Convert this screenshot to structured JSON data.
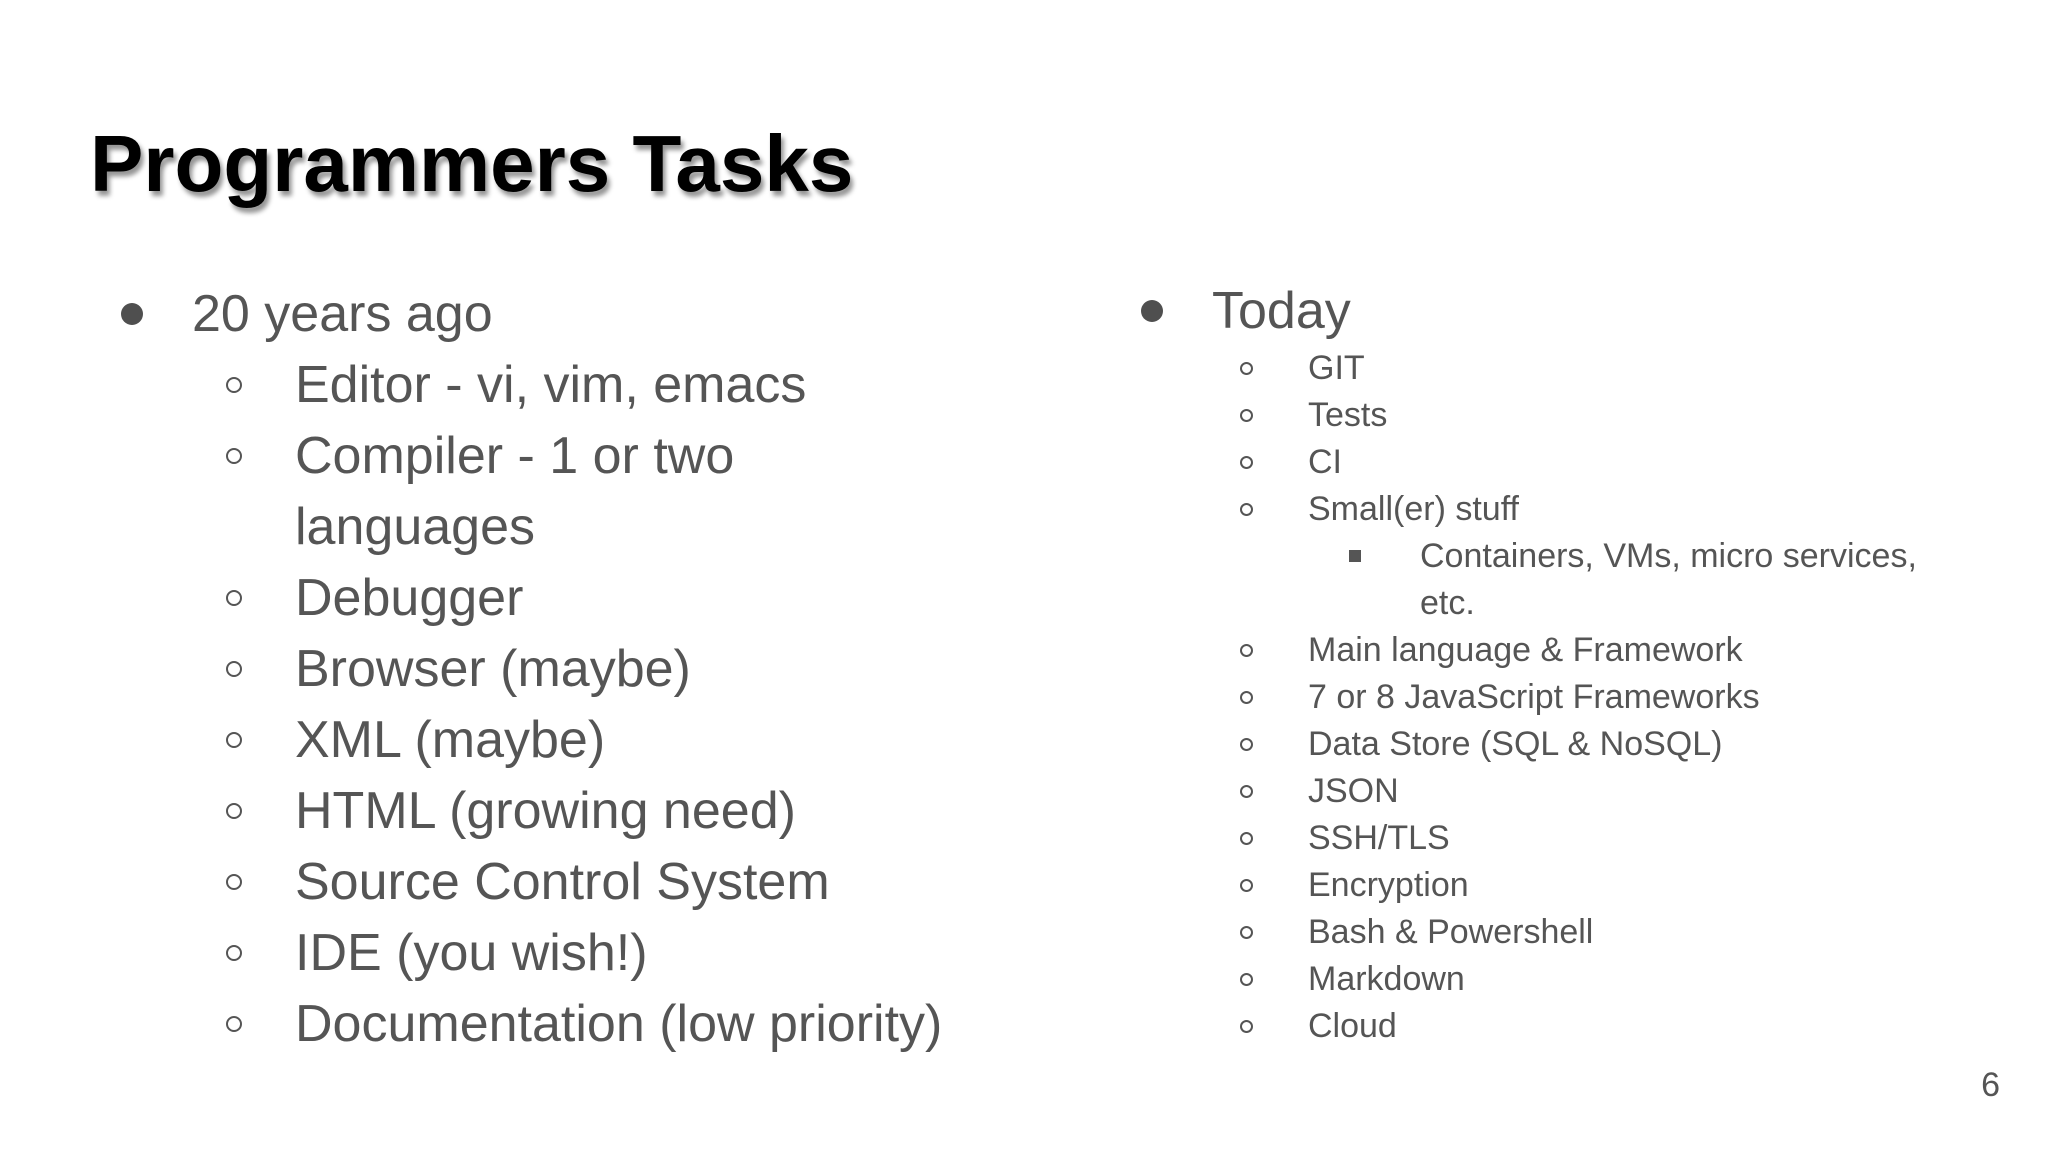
{
  "slide": {
    "title": "Programmers Tasks",
    "page_number": "6",
    "colors": {
      "background": "#ffffff",
      "title_color": "#000000",
      "text_color": "#555555",
      "bullet_color": "#4f4f4f"
    },
    "columns": [
      {
        "heading": "20 years ago",
        "bullet": "filled-circle",
        "items": [
          {
            "label": "Editor - vi, vim, emacs",
            "level": 2,
            "bullet": "hollow-circle"
          },
          {
            "label": "Compiler - 1 or two languages",
            "level": 2,
            "bullet": "hollow-circle"
          },
          {
            "label": "Debugger",
            "level": 2,
            "bullet": "hollow-circle"
          },
          {
            "label": "Browser (maybe)",
            "level": 2,
            "bullet": "hollow-circle"
          },
          {
            "label": "XML (maybe)",
            "level": 2,
            "bullet": "hollow-circle"
          },
          {
            "label": "HTML (growing need)",
            "level": 2,
            "bullet": "hollow-circle"
          },
          {
            "label": "Source Control System",
            "level": 2,
            "bullet": "hollow-circle"
          },
          {
            "label": "IDE (you wish!)",
            "level": 2,
            "bullet": "hollow-circle"
          },
          {
            "label": "Documentation (low priority)",
            "level": 2,
            "bullet": "hollow-circle"
          }
        ]
      },
      {
        "heading": "Today",
        "bullet": "filled-circle",
        "items": [
          {
            "label": "GIT",
            "level": 2,
            "bullet": "hollow-circle"
          },
          {
            "label": "Tests",
            "level": 2,
            "bullet": "hollow-circle"
          },
          {
            "label": "CI",
            "level": 2,
            "bullet": "hollow-circle"
          },
          {
            "label": "Small(er) stuff",
            "level": 2,
            "bullet": "hollow-circle"
          },
          {
            "label": "Containers, VMs, micro services, etc.",
            "level": 3,
            "bullet": "filled-square"
          },
          {
            "label": "Main language & Framework",
            "level": 2,
            "bullet": "hollow-circle"
          },
          {
            "label": "7 or 8 JavaScript Frameworks",
            "level": 2,
            "bullet": "hollow-circle"
          },
          {
            "label": "Data Store (SQL & NoSQL)",
            "level": 2,
            "bullet": "hollow-circle"
          },
          {
            "label": "JSON",
            "level": 2,
            "bullet": "hollow-circle"
          },
          {
            "label": "SSH/TLS",
            "level": 2,
            "bullet": "hollow-circle"
          },
          {
            "label": "Encryption",
            "level": 2,
            "bullet": "hollow-circle"
          },
          {
            "label": "Bash & Powershell",
            "level": 2,
            "bullet": "hollow-circle"
          },
          {
            "label": "Markdown",
            "level": 2,
            "bullet": "hollow-circle"
          },
          {
            "label": "Cloud",
            "level": 2,
            "bullet": "hollow-circle"
          }
        ]
      }
    ]
  }
}
